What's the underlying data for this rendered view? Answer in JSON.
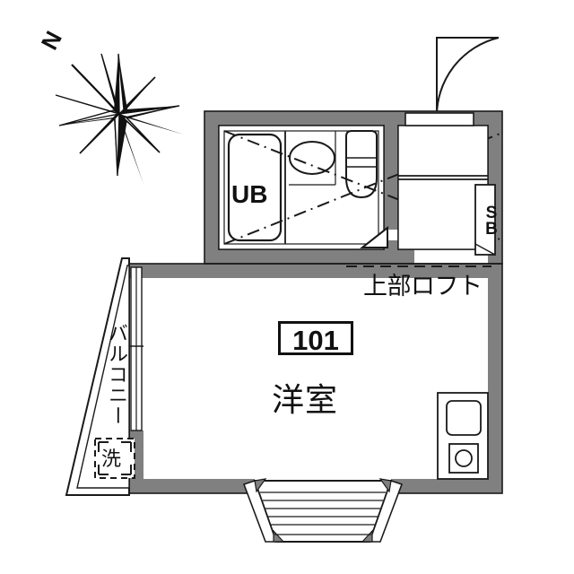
{
  "plan": {
    "title": "101",
    "compass": {
      "label": "N",
      "icon": "compass-rose-icon"
    },
    "rooms": [
      {
        "id": "unit-bath",
        "label": "UB",
        "type": "unit-bath"
      },
      {
        "id": "shoe-box",
        "label": "SB",
        "type": "shoe-box"
      },
      {
        "id": "living-room",
        "label": "洋室",
        "type": "western-room"
      },
      {
        "id": "balcony",
        "label": "バルコニー",
        "type": "balcony"
      },
      {
        "id": "washer-space",
        "label": "洗",
        "type": "washer-space"
      },
      {
        "id": "loft",
        "label": "上部ロフト",
        "type": "upper-loft"
      }
    ],
    "fixtures": [
      {
        "id": "bathtub",
        "name": "bathtub-icon"
      },
      {
        "id": "sink",
        "name": "sink-icon"
      },
      {
        "id": "toilet",
        "name": "toilet-icon"
      },
      {
        "id": "kitchen-sink",
        "name": "kitchen-sink-icon"
      },
      {
        "id": "stove",
        "name": "stove-burner-icon"
      },
      {
        "id": "entrance-door",
        "name": "entrance-door-icon"
      },
      {
        "id": "bath-door",
        "name": "folding-door-icon"
      },
      {
        "id": "balcony-door",
        "name": "sliding-door-icon"
      },
      {
        "id": "bay-window",
        "name": "bay-window-icon"
      }
    ],
    "colors": {
      "wall": "#808080",
      "outline": "#1a1a1a",
      "floor": "#ffffff",
      "background": "#ffffff"
    }
  }
}
